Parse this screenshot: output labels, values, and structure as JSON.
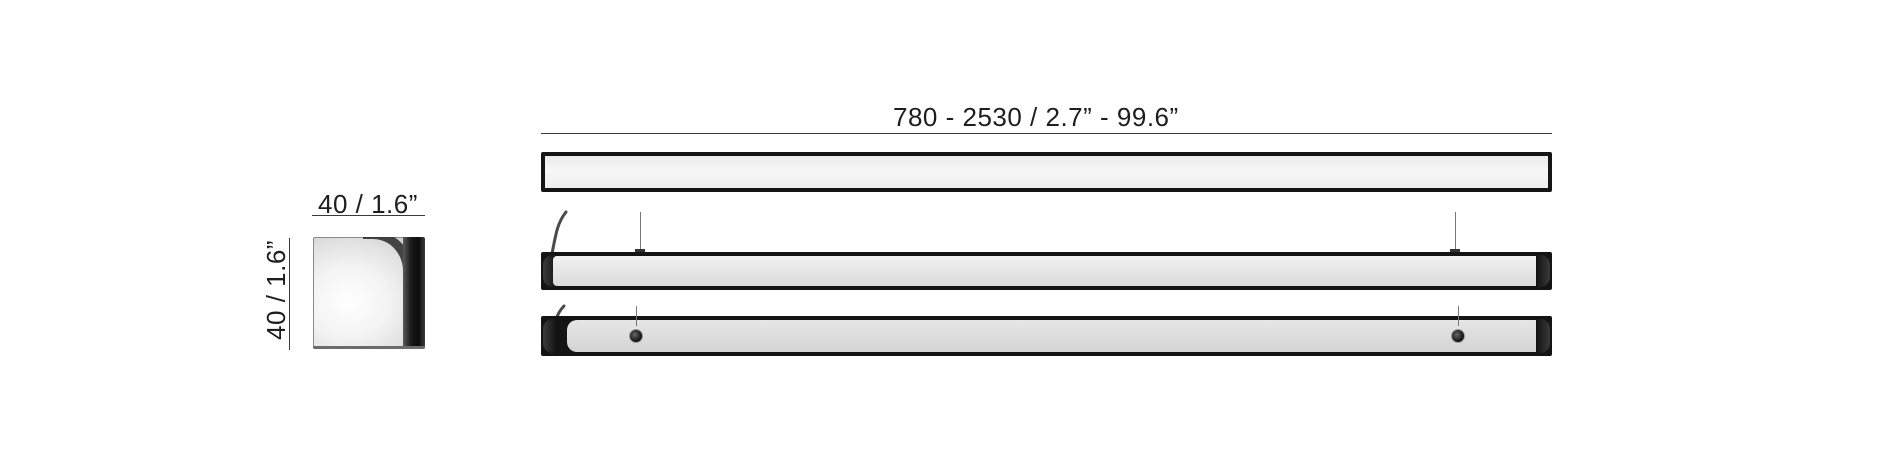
{
  "cross_section": {
    "width_label": "40 / 1.6”",
    "height_label": "40 / 1.6”"
  },
  "length": {
    "label": "780 - 2530 / 2.7” - 99.6”"
  },
  "colors": {
    "body": "#141414",
    "diffuser": "#eeeeee",
    "dimension_line": "#3a3a3a"
  }
}
